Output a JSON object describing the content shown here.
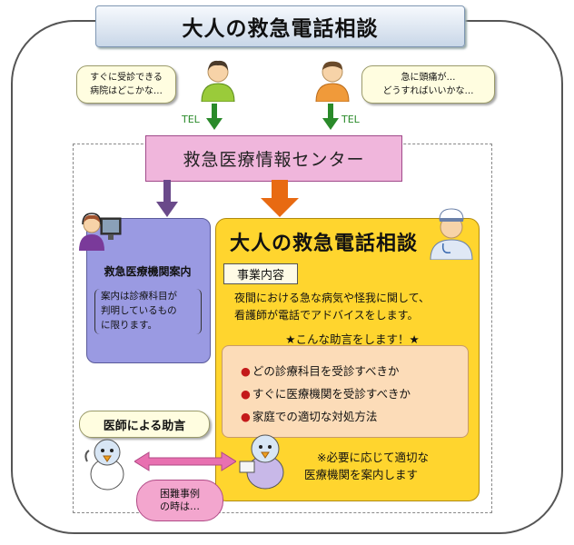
{
  "title": "大人の救急電話相談",
  "callers": {
    "left_bubble": [
      "すぐに受診できる",
      "病院はどこかな…"
    ],
    "right_bubble": [
      "急に頭痛が…",
      "どうすればいいかな…"
    ],
    "tel_label": "TEL"
  },
  "center": {
    "label": "救急医療情報センター"
  },
  "guide": {
    "title": "救急医療機関案内",
    "note": [
      "案内は診療科目が",
      "判明しているもの",
      "に限ります。"
    ]
  },
  "consult": {
    "title": "大人の救急電話相談",
    "section_label": "事業内容",
    "description": [
      "夜間における急な病気や怪我に関して、",
      "看護師が電話でアドバイスをします。"
    ],
    "advice_heading": "★こんな助言をします！★",
    "advice_items": [
      "どの診療科目を受診すべきか",
      "すぐに医療機関を受診すべきか",
      "家庭での適切な対処方法"
    ],
    "note": [
      "※必要に応じて適切な",
      "医療機関を案内します"
    ]
  },
  "doctor": {
    "bubble": "医師による助言",
    "cloud": [
      "困難事例",
      "の時は…"
    ]
  },
  "colors": {
    "title_bg": "#c9d7e8",
    "center_bar": "#f0b6dc",
    "guide_box": "#9a9ae2",
    "consult_box": "#ffd52e",
    "advice_scroll": "#fcdcb8",
    "arrow_green": "#2a8a2a",
    "arrow_purple": "#6a4a8a",
    "arrow_orange": "#e86a12",
    "arrow_pink": "#e870b0"
  }
}
